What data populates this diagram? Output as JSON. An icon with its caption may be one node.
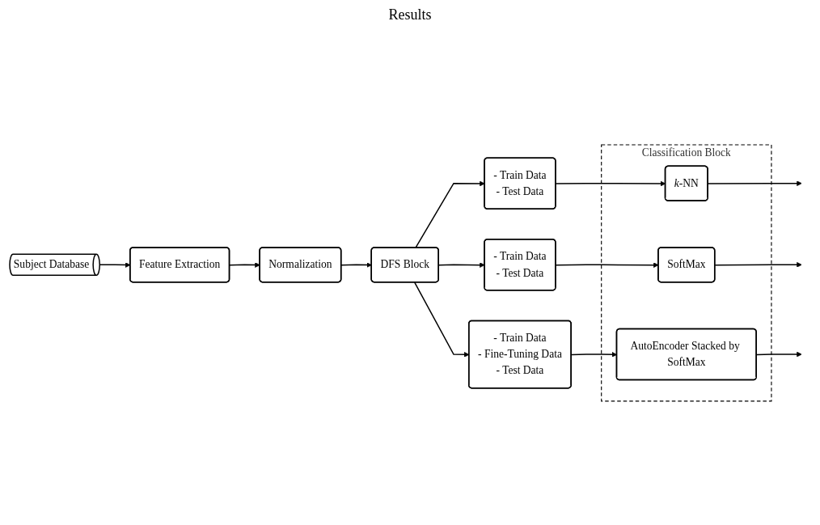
{
  "diagram": {
    "nodes": [
      {
        "text": [
          "Subject Database"
        ]
      },
      {
        "text": [
          "Feature Extraction"
        ]
      },
      {
        "text": [
          "Normalization"
        ]
      },
      {
        "text": [
          "DFS Block"
        ]
      },
      {
        "text": [
          "Classification Block"
        ]
      },
      {
        "text": [
          "*k*-NN"
        ],
        "in": 4
      },
      {
        "text": [
          "SoftMax"
        ],
        "in": 4
      },
      {
        "text": [
          "AutoEncoder Stacked by SoftMax"
        ],
        "in": 4
      },
      {
        "text": [
          "- Train Data",
          "- Test Data"
        ]
      },
      {
        "text": [
          "- Train Data",
          "- Test Data"
        ]
      },
      {
        "text": [
          "- Train Data",
          "- Fine-Tuning Data",
          "- Test Data"
        ]
      }
    ],
    "edges": [
      {
        "from": 0,
        "to": 1,
        "arrow": "to"
      },
      {
        "from": 1,
        "to": 2,
        "arrow": "to"
      },
      {
        "from": 2,
        "to": 3,
        "arrow": "to"
      },
      {
        "from": 3,
        "to": 8,
        "arrow": "to"
      },
      {
        "from": 3,
        "to": 9,
        "arrow": "to"
      },
      {
        "from": 3,
        "to": 10,
        "arrow": "to"
      },
      {
        "from": 8,
        "to": 5,
        "arrow": "to"
      },
      {
        "from": 9,
        "to": 6,
        "arrow": "to"
      },
      {
        "from": 10,
        "to": 7,
        "arrow": "to"
      },
      {
        "from": 5,
        "to": null,
        "arrow": "to"
      },
      {
        "from": 6,
        "to": null,
        "arrow": "to"
      },
      {
        "from": 7,
        "to": null,
        "arrow": "to"
      }
    ],
    "labels": [
      "Results"
    ]
  }
}
